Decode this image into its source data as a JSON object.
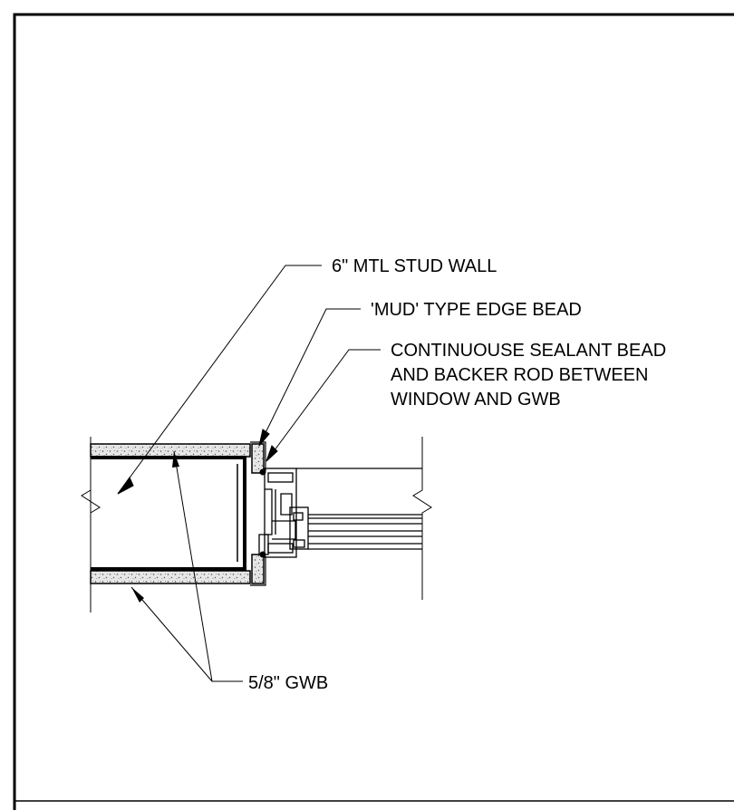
{
  "notes": {
    "stud_wall": "6\" MTL STUD WALL",
    "edge_bead": "'MUD' TYPE EDGE BEAD",
    "sealant_line1": "CONTINUOUSE SEALANT BEAD",
    "sealant_line2": "AND BACKER ROD BETWEEN",
    "sealant_line3": "WINDOW AND GWB",
    "gwb": "5/8\" GWB"
  },
  "colors": {
    "line": "#000000",
    "background": "#ffffff",
    "gypsum_fill": "#e6e6e6"
  }
}
